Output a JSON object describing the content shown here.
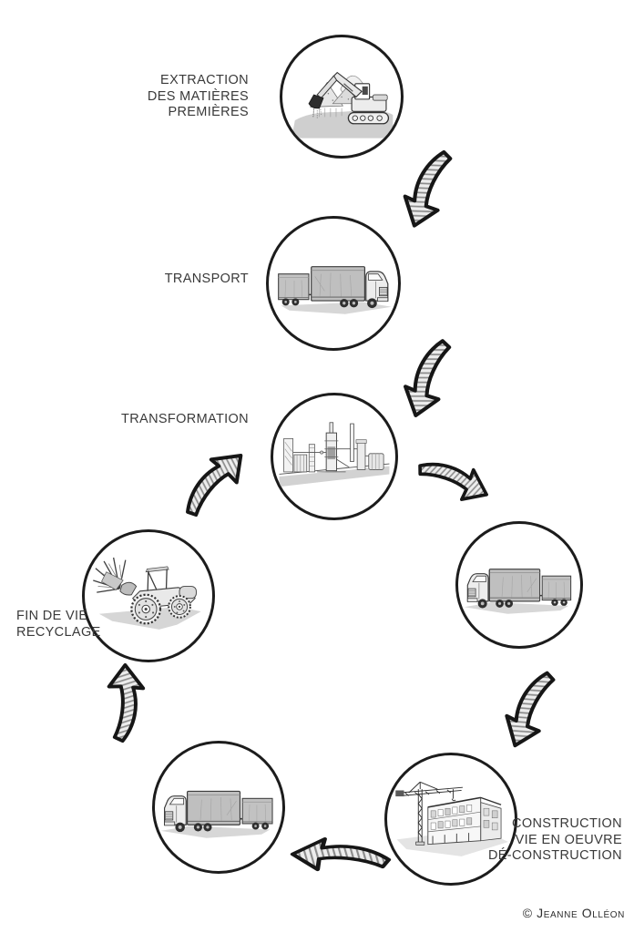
{
  "diagram": {
    "nodes": {
      "extraction": {
        "label": "EXTRACTION\nDES MATIÈRES\nPREMIÈRES",
        "icon": "excavator-icon"
      },
      "transport1": {
        "label": "TRANSPORT",
        "icon": "truck-icon"
      },
      "transformation": {
        "label": "TRANSFORMATION",
        "icon": "factory-icon"
      },
      "transport2": {
        "icon": "truck-icon"
      },
      "construction": {
        "label": "CONSTRUCTION\nVIE EN OEUVRE\nDÉ-CONSTRUCTION",
        "icon": "building-crane-icon"
      },
      "transport3": {
        "icon": "truck-icon"
      },
      "fin_de_vie": {
        "label": "FIN DE VIE\nRECYCLAGE",
        "icon": "recycling-machine-icon"
      }
    },
    "edges": [
      {
        "from": "extraction",
        "to": "transport1"
      },
      {
        "from": "transport1",
        "to": "transformation"
      },
      {
        "from": "transformation",
        "to": "transport2"
      },
      {
        "from": "transport2",
        "to": "construction"
      },
      {
        "from": "construction",
        "to": "transport3"
      },
      {
        "from": "transport3",
        "to": "fin_de_vie"
      },
      {
        "from": "fin_de_vie",
        "to": "transformation"
      }
    ]
  },
  "credit": {
    "text": "© Jeanne Olléon"
  },
  "colors": {
    "ink": "#1c1c1c",
    "text": "#3a3a3a",
    "tarp": "#bfbfbf",
    "ground": "#d7d7d7",
    "background": "#ffffff"
  }
}
